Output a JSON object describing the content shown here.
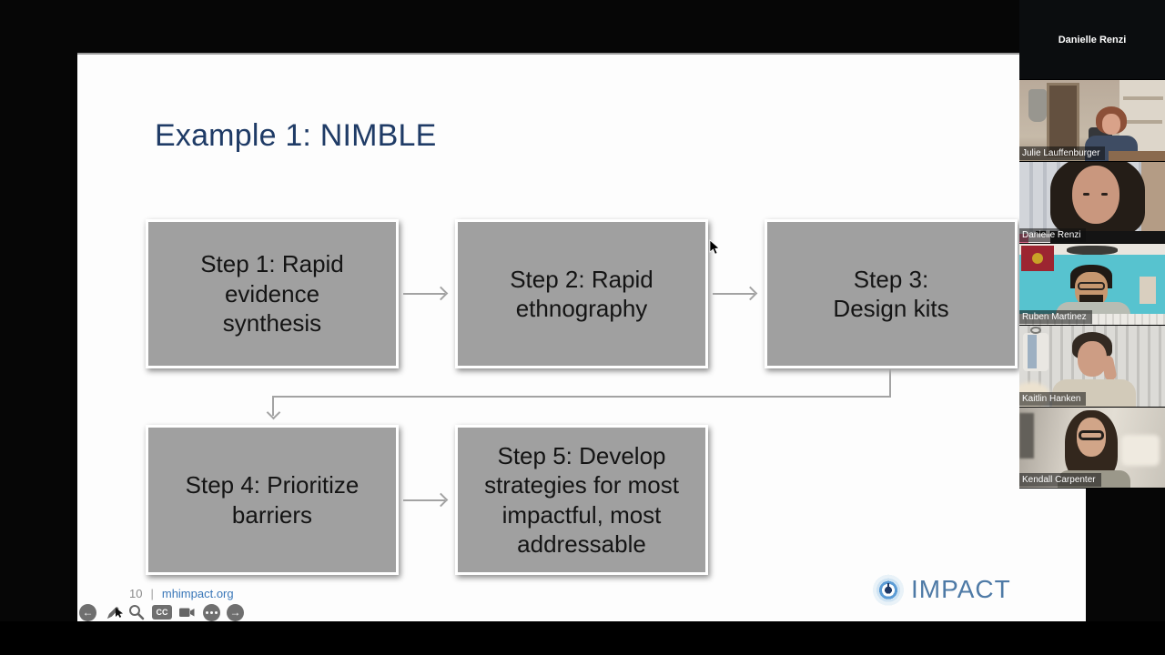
{
  "meeting": {
    "participants": [
      {
        "name": "Danielle Renzi",
        "video": "off"
      },
      {
        "name": "Julie Lauffenburger",
        "video": "on"
      },
      {
        "name": "Danielle Renzi",
        "video": "on"
      },
      {
        "name": "Ruben Martinez",
        "video": "on"
      },
      {
        "name": "Kaitlin Hanken",
        "video": "on"
      },
      {
        "name": "Kendall Carpenter",
        "video": "on"
      }
    ]
  },
  "slide": {
    "title": "Example 1: NIMBLE",
    "boxes": [
      {
        "label": "Step 1: Rapid evidence synthesis"
      },
      {
        "label": "Step 2: Rapid ethnography"
      },
      {
        "label": "Step 3: Design kits"
      },
      {
        "label": "Step 4: Prioritize barriers"
      },
      {
        "label": "Step 5: Develop strategies for most impactful, most addressable"
      }
    ],
    "footer": {
      "page_number": "10",
      "separator": "|",
      "website": "mhimpact.org"
    },
    "logo_text": "IMPACT",
    "colors": {
      "title": "#1f3b66",
      "box_fill": "#a0a0a0",
      "box_border": "#ffffff",
      "arrow": "#a3a3a3",
      "link": "#3a77b8",
      "logo_text": "#4e7aa6"
    }
  },
  "toolbar": {
    "cc_label": "CC",
    "icons": [
      "previous-slide",
      "pen-annotate",
      "zoom-magnifier",
      "closed-captions",
      "camera",
      "more-options",
      "next-slide"
    ]
  }
}
